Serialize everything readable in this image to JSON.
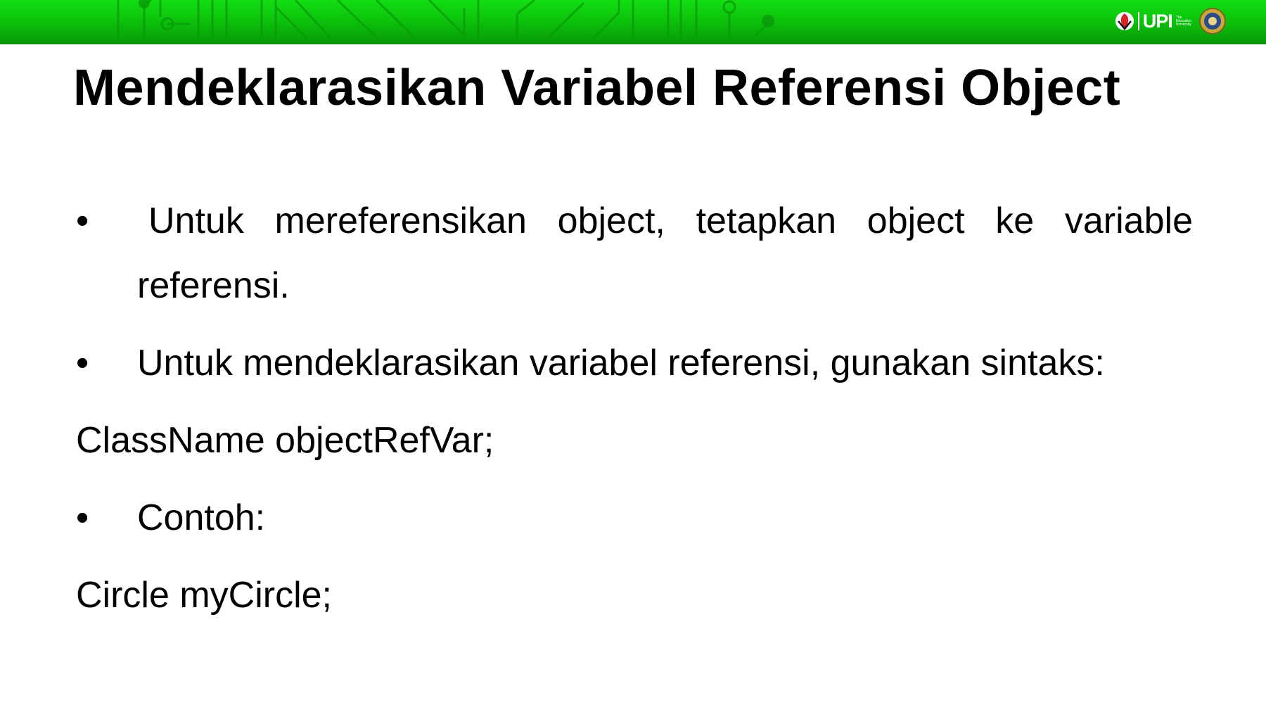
{
  "header": {
    "logo_text": "UPI",
    "logo_tagline": [
      "The",
      "Education",
      "University"
    ],
    "colors": {
      "bar_top": "#12de12",
      "bar_bottom": "#079a07",
      "logo_accent": "#d6232a"
    }
  },
  "slide": {
    "title": "Mendeklarasikan Variabel Referensi Object",
    "bullet_symbol": "•",
    "items": [
      {
        "type": "bullet",
        "text": "Untuk mereferensikan object, tetapkan object ke variable referensi."
      },
      {
        "type": "bullet",
        "text": "Untuk mendeklarasikan variabel referensi, gunakan sintaks:"
      },
      {
        "type": "plain",
        "text": "ClassName objectRefVar;"
      },
      {
        "type": "bullet",
        "text": "Contoh:"
      },
      {
        "type": "plain",
        "text": "Circle myCircle;"
      }
    ]
  }
}
